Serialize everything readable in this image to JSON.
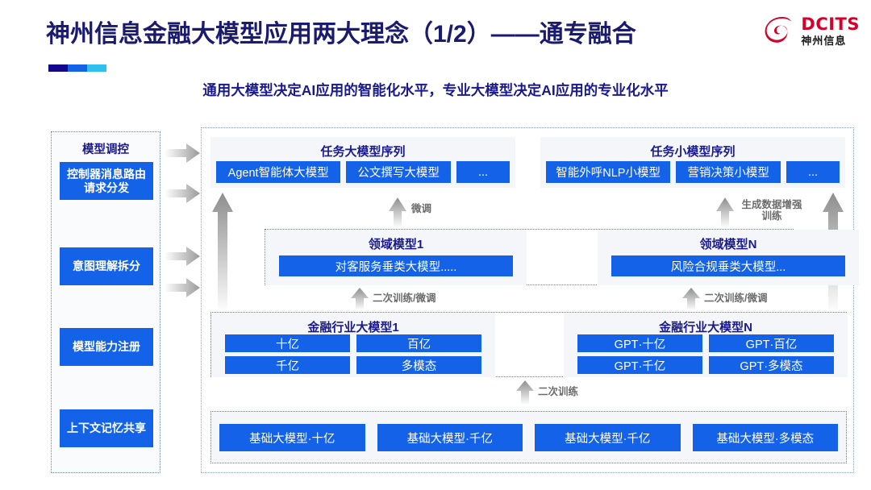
{
  "header": {
    "title": "神州信息金融大模型应用两大理念（1/2）——通专融合",
    "subtitle": "通用大模型决定AI应用的智能化水平，专业大模型决定AI应用的专业化水平",
    "logo_en": "DCITS",
    "logo_cn": "神州信息",
    "accent_colors": [
      "#12088c",
      "#1362e8",
      "#2fc0f0"
    ],
    "title_color": "#1a1a6e",
    "brand_red": "#d6002a"
  },
  "control_panel": {
    "title": "模型调控",
    "items": [
      {
        "label": "控制器消息路由请求分发"
      },
      {
        "label": "意图理解拆分"
      },
      {
        "label": "模型能力注册"
      },
      {
        "label": "上下文记忆共享"
      }
    ]
  },
  "task_sequences": [
    {
      "title": "任务大模型序列",
      "chips": [
        "Agent智能体大模型",
        "公文撰写大模型",
        "..."
      ]
    },
    {
      "title": "任务小模型序列",
      "chips": [
        "智能外呼NLP小模型",
        "营销决策小模型",
        "..."
      ]
    }
  ],
  "domain_models": [
    {
      "title": "领域模型1",
      "chip": "对客服务垂类大模型....."
    },
    {
      "title": "领域模型N",
      "chip": "风险合规垂类大模型..."
    }
  ],
  "industry_models": [
    {
      "title": "金融行业大模型1",
      "chips": [
        "十亿",
        "百亿",
        "千亿",
        "多模态"
      ]
    },
    {
      "title": "金融行业大模型N",
      "chips": [
        "GPT·十亿",
        "GPT·百亿",
        "GPT·千亿",
        "GPT·多模态"
      ]
    }
  ],
  "base_models": {
    "chips": [
      "基础大模型·十亿",
      "基础大模型·千亿",
      "基础大模型·千亿",
      "基础大模型·多模态"
    ]
  },
  "arrow_labels": {
    "fine_tune": "微调",
    "gen_data_aug": "生成数据增强训练",
    "retrain_finetune_left": "二次训练/微调",
    "retrain_finetune_right": "二次训练/微调",
    "retrain": "二次训练"
  },
  "colors": {
    "chip_blue": "#1362e8",
    "panel_bg": "#f4f6fa",
    "dashed_border": "#8aa0c4",
    "arrow_grey": "#a9a9a9",
    "label_grey": "#6b6b6b"
  }
}
